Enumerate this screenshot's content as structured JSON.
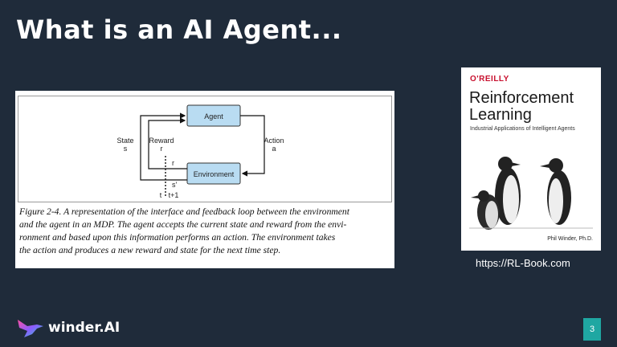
{
  "slide": {
    "title": "What is an AI Agent...",
    "page_number": "3"
  },
  "figure": {
    "diagram": {
      "agent_label": "Agent",
      "environment_label": "Environment",
      "state_label": "State",
      "state_symbol": "s",
      "reward_label": "Reward",
      "reward_symbol": "r",
      "action_label": "Action",
      "action_symbol": "a",
      "r_next": "r",
      "s_next": "s'",
      "t_label": "t",
      "t1_label": "t+1"
    },
    "caption_lines": [
      "Figure 2-4. A representation of the interface and feedback loop between the environment",
      "and the agent in an MDP. The agent accepts the current state and reward from the envi-",
      "ronment and based upon this information performs an action. The environment takes",
      "the action and produces a new reward and state for the next time step."
    ]
  },
  "book": {
    "publisher": "O'REILLY",
    "title_line1": "Reinforcement",
    "title_line2": "Learning",
    "subtitle": "Industrial Applications of Intelligent Agents",
    "author": "Phil Winder, Ph.D.",
    "url": "https://RL-Book.com"
  },
  "brand": {
    "name": "winder.AI"
  },
  "colors": {
    "background": "#1f2b3a",
    "box_fill": "#b9dcf2",
    "accent_teal": "#1fa7a2"
  }
}
